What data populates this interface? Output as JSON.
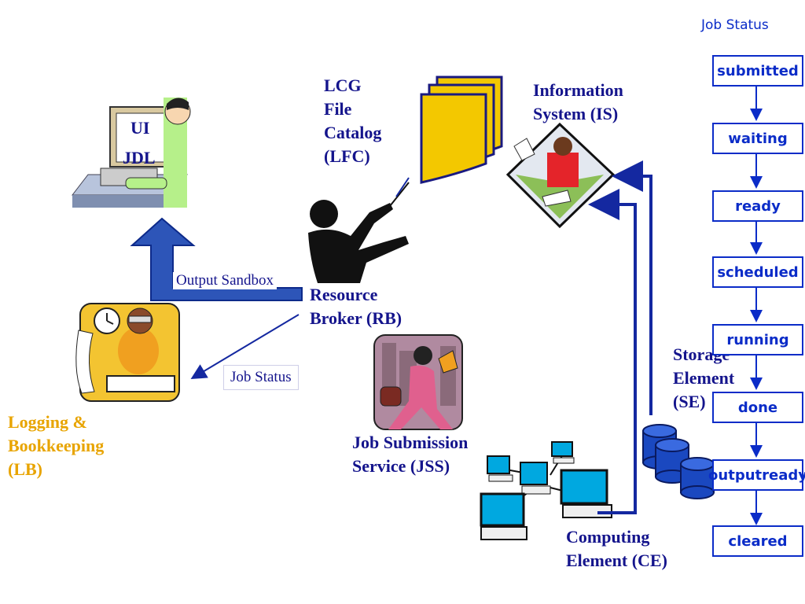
{
  "labels": {
    "ui": "UI",
    "jdl": "JDL",
    "lfc": "LCG\nFile\nCatalog\n(LFC)",
    "is": "Information\nSystem (IS)",
    "rb": "Resource\nBroker (RB)",
    "lb": "Logging &\nBookkeeping\n(LB)",
    "jss": "Job Submission\nService (JSS)",
    "se": "Storage\nElement\n(SE)",
    "ce": "Computing\nElement (CE)",
    "output_sandbox": "Output Sandbox",
    "job_status_tag": "Job Status"
  },
  "job_status": {
    "title": "Job Status",
    "states": [
      "submitted",
      "waiting",
      "ready",
      "scheduled",
      "running",
      "done",
      "outputready",
      "cleared"
    ]
  },
  "colors": {
    "navy": "#14148c",
    "blue": "#0b2cc8",
    "gold": "#e8a400",
    "arrow_fill": "#2d55b8"
  }
}
